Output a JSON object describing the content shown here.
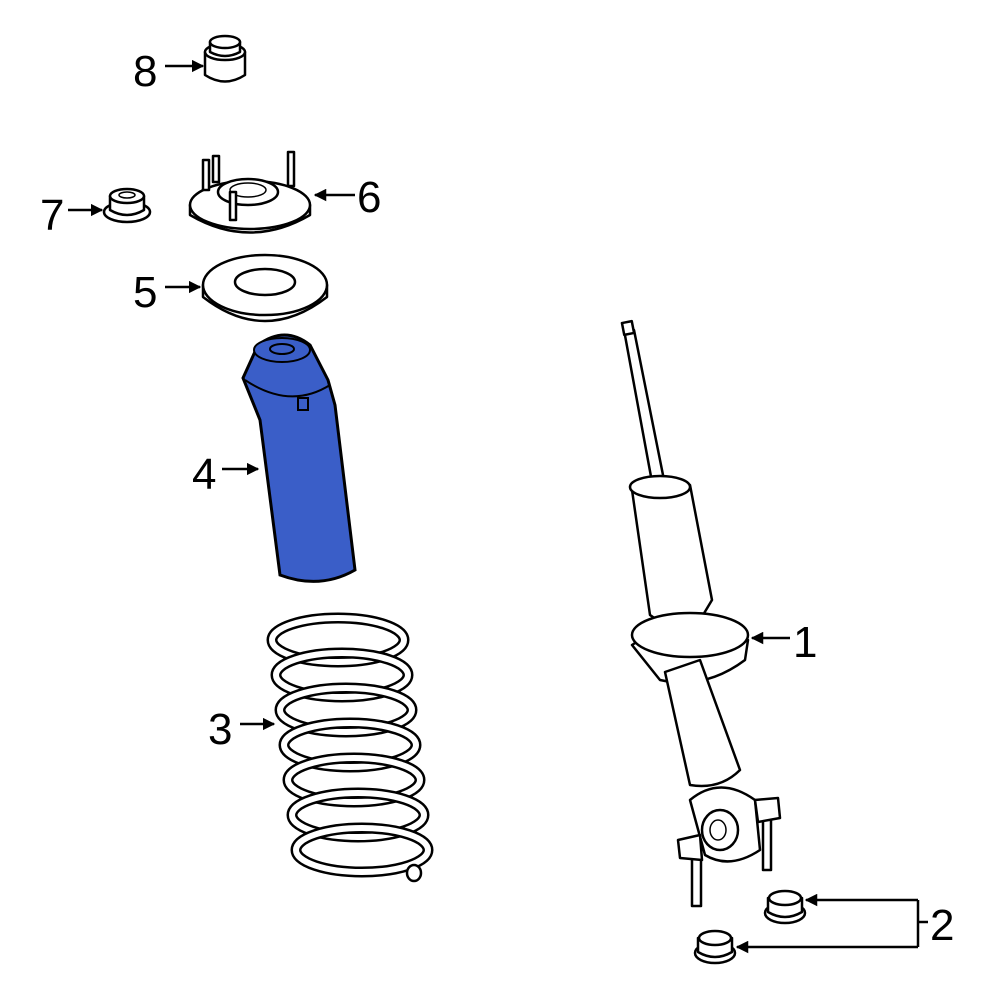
{
  "diagram": {
    "highlight_color": "#3a5ec8",
    "outline_color": "#000000",
    "callouts": [
      {
        "number": "1",
        "part": "strut"
      },
      {
        "number": "2",
        "part": "nuts"
      },
      {
        "number": "3",
        "part": "coil-spring"
      },
      {
        "number": "4",
        "part": "dust-boot",
        "highlighted": true
      },
      {
        "number": "5",
        "part": "spring-seat"
      },
      {
        "number": "6",
        "part": "strut-mount"
      },
      {
        "number": "7",
        "part": "flange-nut"
      },
      {
        "number": "8",
        "part": "top-nut"
      }
    ]
  }
}
